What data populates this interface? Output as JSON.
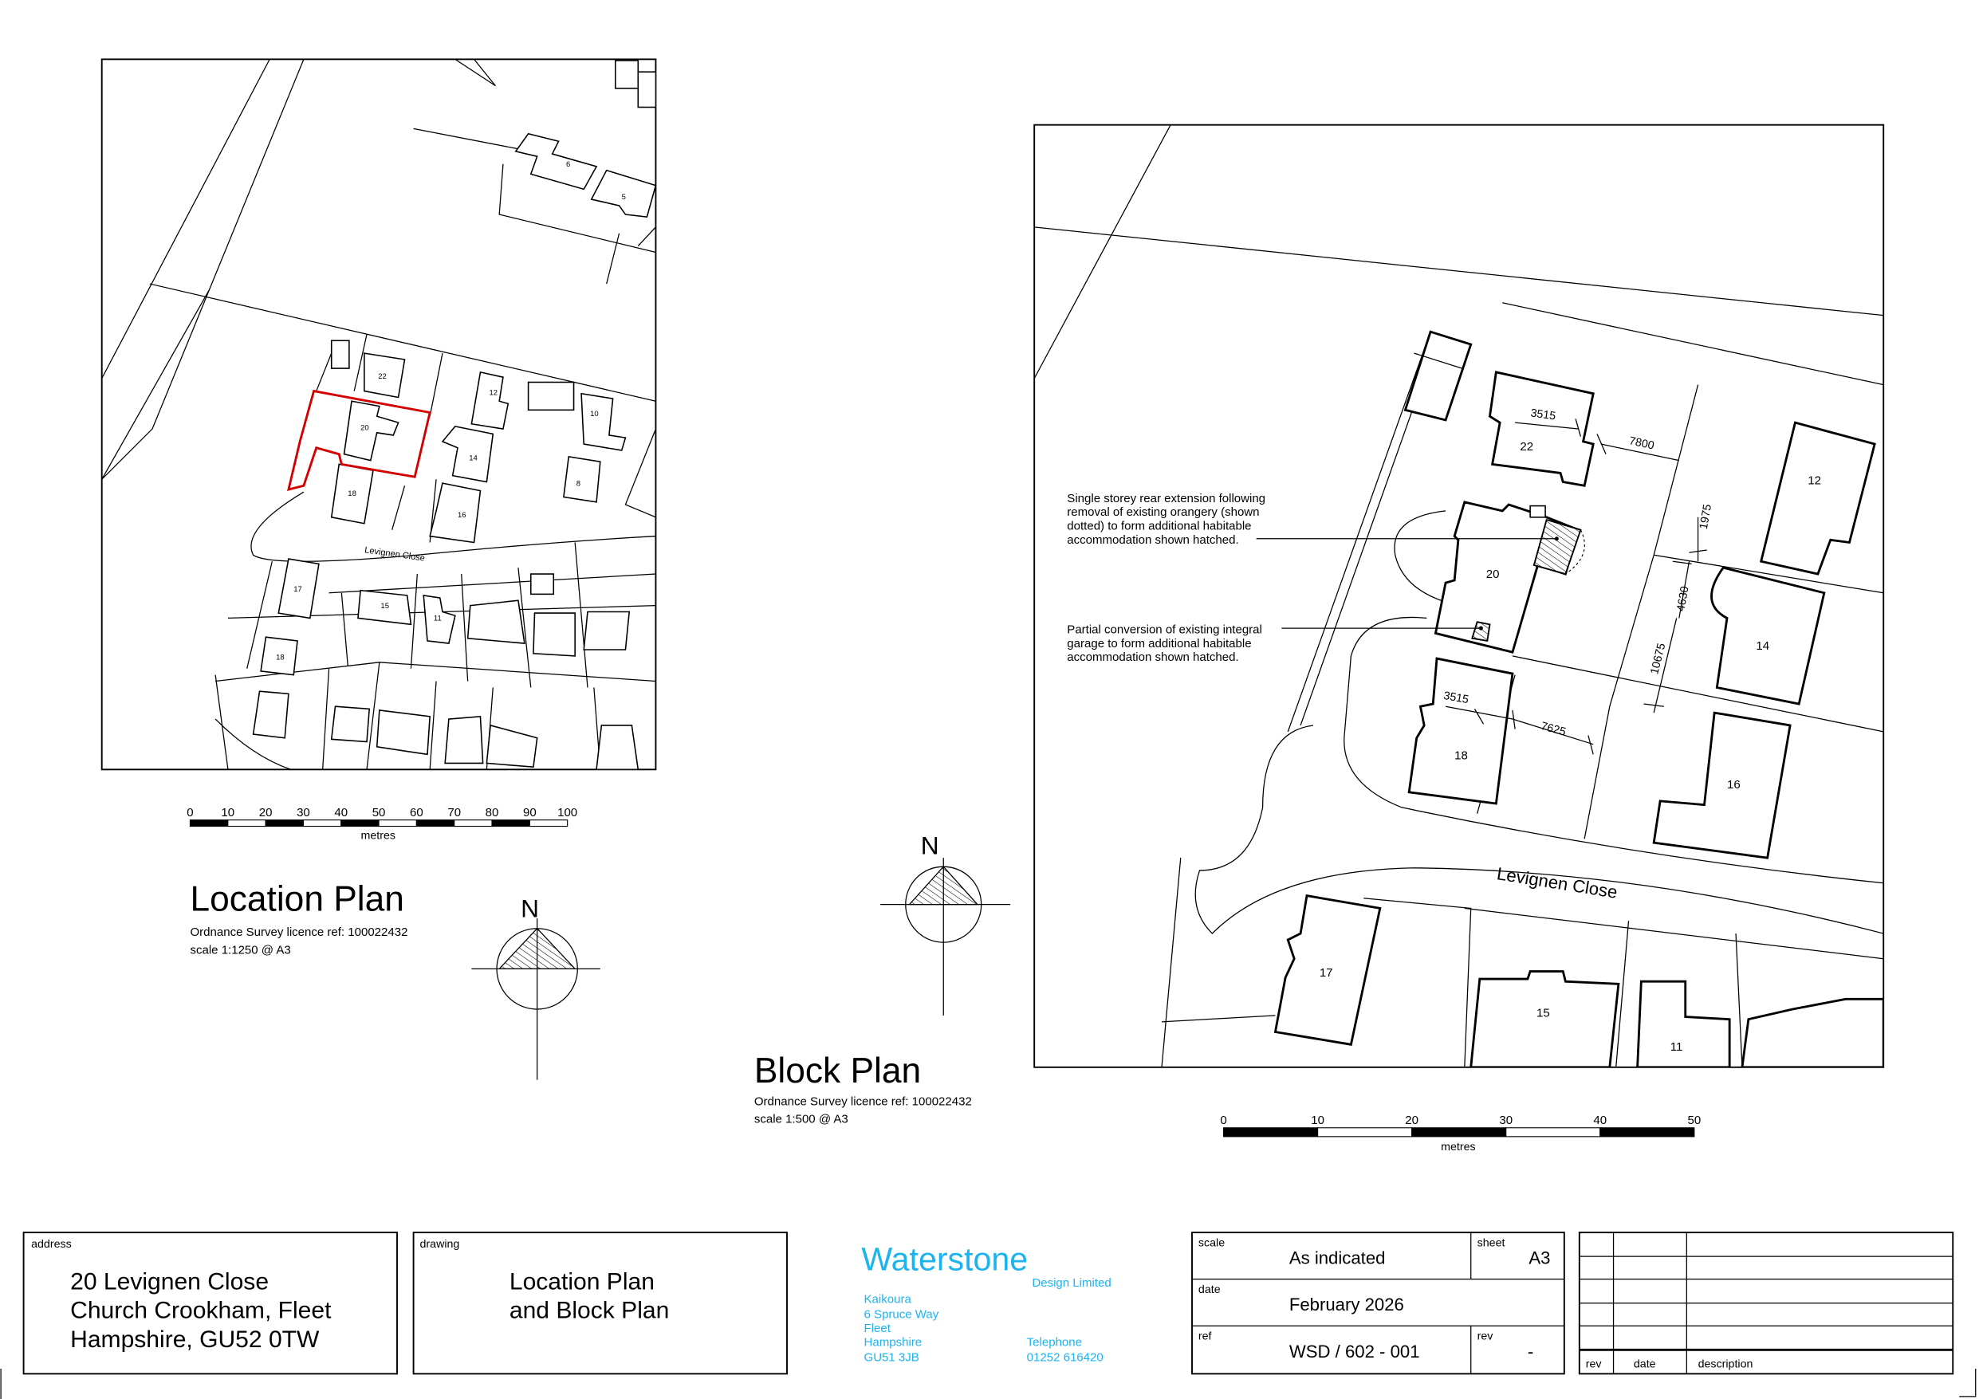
{
  "location_plan": {
    "title": "Location Plan",
    "licence": "Ordnance Survey licence ref: 100022432",
    "scale": "scale 1:1250 @ A3",
    "road_label": "Levignen Close",
    "house_numbers": [
      "6",
      "5",
      "22",
      "12",
      "10",
      "20",
      "14",
      "18",
      "8",
      "16",
      "17",
      "15",
      "11",
      "18"
    ],
    "scale_bar": {
      "ticks": [
        "0",
        "10",
        "20",
        "30",
        "40",
        "50",
        "60",
        "70",
        "80",
        "90",
        "100"
      ],
      "unit": "metres"
    },
    "north_label": "N",
    "boundary_color": "#d40000"
  },
  "block_plan": {
    "title": "Block Plan",
    "licence": "Ordnance Survey licence ref: 100022432",
    "scale": "scale 1:500 @ A3",
    "road_label": "Levignen Close",
    "house_numbers": {
      "h22": "22",
      "h12": "12",
      "h20": "20",
      "h14": "14",
      "h18": "18",
      "h16": "16",
      "h17": "17",
      "h15": "15",
      "h11": "11"
    },
    "dimensions": {
      "d1": "3515",
      "d2": "7800",
      "d3": "1975",
      "d4": "4630",
      "d5": "10675",
      "d6": "3515",
      "d7": "7625"
    },
    "notes": {
      "extension": [
        "Single storey rear extension following",
        "removal of existing orangery (shown",
        "dotted) to form additional habitable",
        "accommodation shown hatched."
      ],
      "garage": [
        "Partial conversion of existing integral",
        "garage to form additional habitable",
        "accommodation shown hatched."
      ]
    },
    "scale_bar": {
      "ticks": [
        "0",
        "10",
        "20",
        "30",
        "40",
        "50"
      ],
      "unit": "metres"
    },
    "north_label": "N"
  },
  "title_block": {
    "address_label": "address",
    "address": [
      "20 Levignen Close",
      "Church Crookham, Fleet",
      "Hampshire, GU52 0TW"
    ],
    "drawing_label": "drawing",
    "drawing": [
      "Location Plan",
      "and Block Plan"
    ],
    "company": {
      "name": "Waterstone",
      "subtitle": "Design Limited",
      "address": [
        "Kaikoura",
        "6 Spruce Way",
        "Fleet",
        "Hampshire",
        "GU51 3JB"
      ],
      "telephone_label": "Telephone",
      "telephone": "01252 616420",
      "color": "#1cb3ee"
    },
    "scale_label": "scale",
    "scale": "As indicated",
    "sheet_label": "sheet",
    "sheet": "A3",
    "date_label": "date",
    "date": "February 2026",
    "ref_label": "ref",
    "ref": "WSD / 602 - 001",
    "rev_label": "rev",
    "rev": "-",
    "revisions_header": {
      "rev": "rev",
      "date": "date",
      "description": "description"
    }
  }
}
